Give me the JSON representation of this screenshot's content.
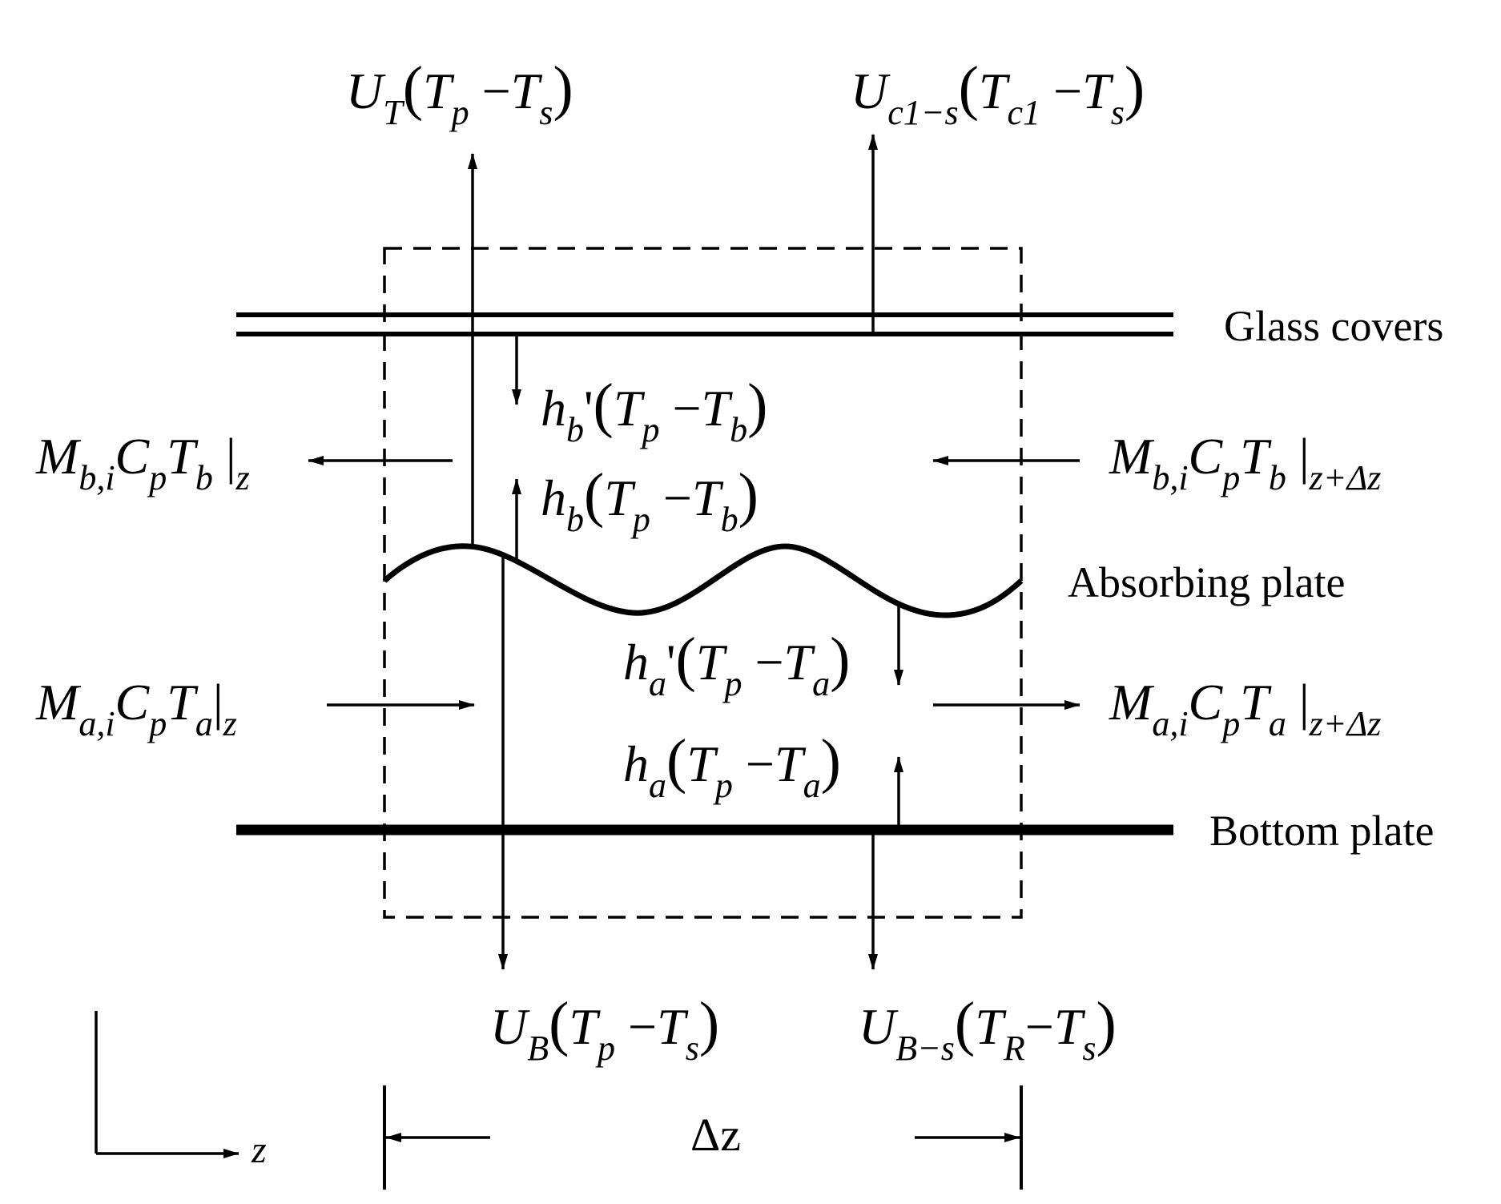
{
  "labels": {
    "glass_covers": "Glass covers",
    "absorbing_plate": "Absorbing plate",
    "bottom_plate": "Bottom plate",
    "axis_z": "z",
    "delta_z": "Δz"
  },
  "equations": {
    "ut_top": {
      "U": "U",
      "sub": "T",
      "open": "(",
      "a": "T",
      "a_sub": "p",
      "minus": "−",
      "b": "T",
      "b_sub": "s",
      "close": ")"
    },
    "uc1s_top": {
      "U": "U",
      "sub": "c1−s",
      "open": "(",
      "a": "T",
      "a_sub": "c1",
      "minus": "−",
      "b": "T",
      "b_sub": "s",
      "close": ")"
    },
    "hb_prime": {
      "h": "h",
      "sub": "b",
      "prime": "'",
      "open": "(",
      "a": "T",
      "a_sub": "p",
      "minus": "−",
      "b": "T",
      "b_sub": "b",
      "close": ")"
    },
    "hb": {
      "h": "h",
      "sub": "b",
      "open": "(",
      "a": "T",
      "a_sub": "p",
      "minus": "−",
      "b": "T",
      "b_sub": "b",
      "close": ")"
    },
    "ha_prime": {
      "h": "h",
      "sub": "a",
      "prime": "'",
      "open": "(",
      "a": "T",
      "a_sub": "p",
      "minus": "−",
      "b": "T",
      "b_sub": "a",
      "close": ")"
    },
    "ha": {
      "h": "h",
      "sub": "a",
      "open": "(",
      "a": "T",
      "a_sub": "p",
      "minus": "−",
      "b": "T",
      "b_sub": "a",
      "close": ")"
    },
    "ub_bottom": {
      "U": "U",
      "sub": "B",
      "open": "(",
      "a": "T",
      "a_sub": "p",
      "minus": "−",
      "b": "T",
      "b_sub": "s",
      "close": ")"
    },
    "ubs_bottom": {
      "U": "U",
      "sub": "B−s",
      "open": "(",
      "a": "T",
      "a_sub": "R",
      "minus": "−",
      "b": "T",
      "b_sub": "s",
      "close": ")"
    },
    "mb_left": {
      "M": "M",
      "M_sub": "b,i",
      "C": "C",
      "C_sub": "p",
      "T": "T",
      "T_sub": "b",
      "bar": "|",
      "at": "z"
    },
    "mb_right": {
      "M": "M",
      "M_sub": "b,i",
      "C": "C",
      "C_sub": "p",
      "T": "T",
      "T_sub": "b",
      "bar": "|",
      "at": "z+Δz"
    },
    "ma_left": {
      "M": "M",
      "M_sub": "a,i",
      "C": "C",
      "C_sub": "p",
      "T": "T",
      "T_sub": "a",
      "bar": "|",
      "at": "z"
    },
    "ma_right": {
      "M": "M",
      "M_sub": "a,i",
      "C": "C",
      "C_sub": "p",
      "T": "T",
      "T_sub": "a",
      "bar": "|",
      "at": "z+Δz"
    }
  },
  "colors": {
    "ink": "#000000",
    "background": "#ffffff"
  }
}
